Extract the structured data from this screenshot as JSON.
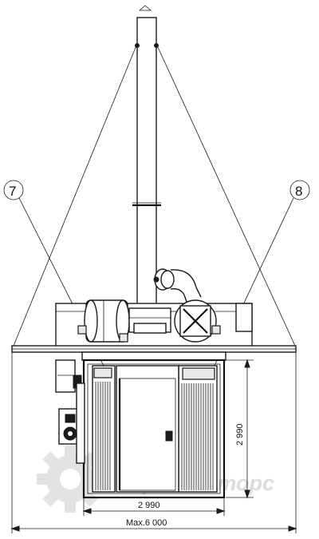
{
  "callouts": {
    "left": "7",
    "right": "8"
  },
  "dimensions": {
    "height_text": "2 990",
    "width_text": "2 990",
    "max_text": "Max.6 000"
  },
  "watermark": {
    "text": "Бриз Моторс",
    "icon": "gear-icon"
  },
  "colors": {
    "line": "#1a1a1a",
    "watermark": "#dcdcdc",
    "background": "#ffffff"
  }
}
